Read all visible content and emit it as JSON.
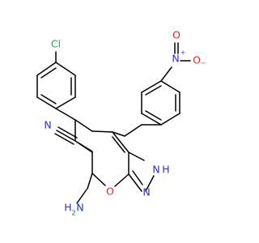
{
  "structure": {
    "atom_labels": {
      "cl": "Cl",
      "n_nitro": "N",
      "n_plus": "+",
      "o_nitro_top": "O",
      "o_nitro_right": "O",
      "o_minus": "−",
      "n_nitrile": "N",
      "n_pyrazole": "N",
      "nh_pyrazole": "H",
      "nh_n": "N",
      "o_ring": "O",
      "nh2_h": "H",
      "nh2_2": "2",
      "nh2_n": "N"
    },
    "colors": {
      "bond": "#000000",
      "chlorine": "#32a84a",
      "nitrogen": "#2a32d6",
      "oxygen": "#e8231d"
    }
  }
}
